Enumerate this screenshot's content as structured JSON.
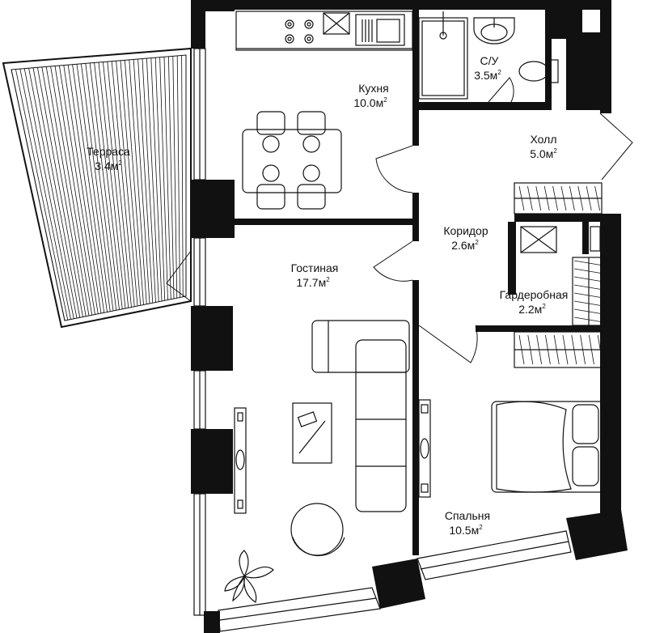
{
  "rooms": {
    "kitchen": {
      "name": "Кухня",
      "area": "10.0м",
      "unit_sup": "2"
    },
    "bathroom": {
      "name": "С/У",
      "area": "3.5м",
      "unit_sup": "2"
    },
    "hall": {
      "name": "Холл",
      "area": "5.0м",
      "unit_sup": "2"
    },
    "terrace": {
      "name": "Терраса",
      "area": "3.4м",
      "unit_sup": "2"
    },
    "corridor": {
      "name": "Коридор",
      "area": "2.6м",
      "unit_sup": "2"
    },
    "living": {
      "name": "Гостиная",
      "area": "17.7м",
      "unit_sup": "2"
    },
    "wardrobe": {
      "name": "Гардеробная",
      "area": "2.2м",
      "unit_sup": "2"
    },
    "bedroom": {
      "name": "Спальня",
      "area": "10.5м",
      "unit_sup": "2"
    }
  },
  "colors": {
    "ink": "#111111",
    "background": "#ffffff"
  }
}
